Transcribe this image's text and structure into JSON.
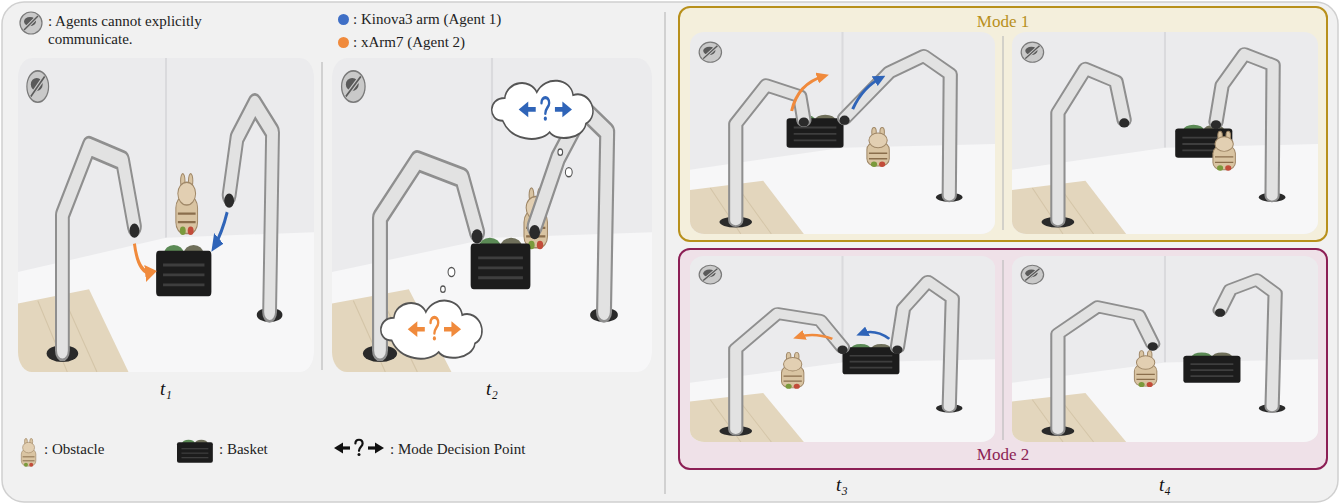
{
  "diagram": {
    "nodes": [
      {
        "text": [
          "Mode 1"
        ]
      },
      {
        "text": [
          "Mode 2"
        ]
      }
    ],
    "labels": [
      "t₁",
      "t₂",
      "t₃",
      "t₄"
    ],
    "legend": [
      {
        "text": ": Agents cannot explicitly communicate."
      },
      {
        "text": ": Kinova3 arm (Agent 1)",
        "color": "#3f6fc6"
      },
      {
        "text": ": xArm7 (Agent 2)",
        "color": "#f08a3c"
      },
      {
        "text": ": Obstacle"
      },
      {
        "text": ": Basket"
      },
      {
        "text": ": Mode Decision Point"
      }
    ]
  }
}
